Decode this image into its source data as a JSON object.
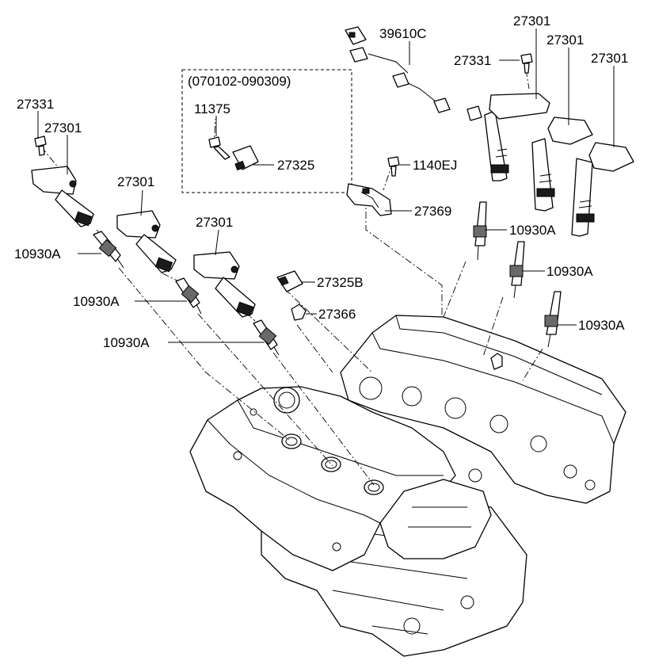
{
  "labels": {
    "harness": "39610C",
    "coil_right_1": "27301",
    "coil_right_2": "27301",
    "coil_right_3": "27301",
    "bolt_right": "27331",
    "bolt_left": "27331",
    "coil_left_1": "27301",
    "coil_left_2": "27301",
    "coil_left_3": "27301",
    "date_range": "(070102-090309)",
    "bolt_sensor": "11375",
    "sensor": "27325",
    "bolt_bracket": "1140EJ",
    "bracket": "27369",
    "plug_right_1": "10930A",
    "plug_right_2": "10930A",
    "plug_right_3": "10930A",
    "plug_left_1": "10930A",
    "plug_left_2": "10930A",
    "plug_left_3": "10930A",
    "sensor_b": "27325B",
    "clip": "27366"
  }
}
